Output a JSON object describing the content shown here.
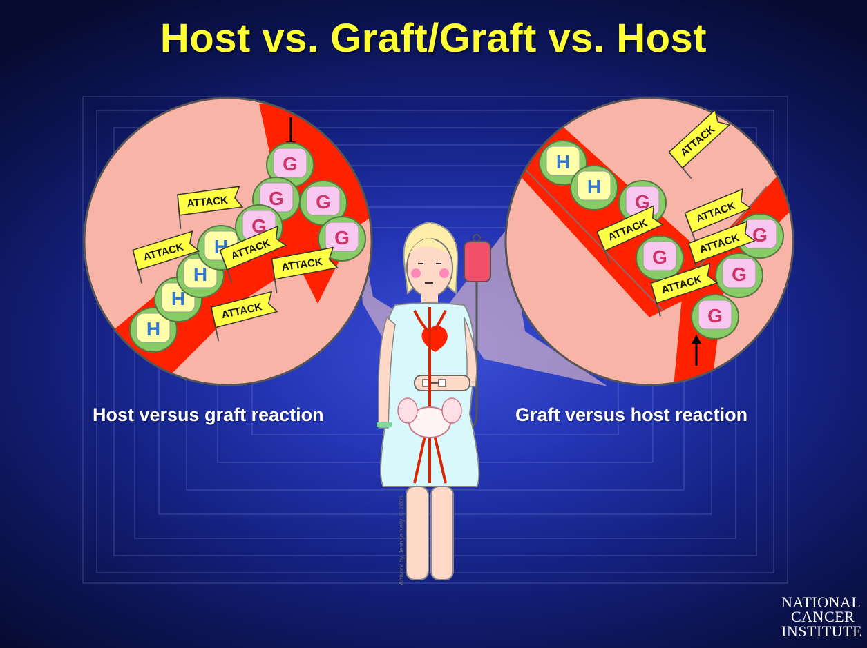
{
  "title": "Host vs. Graft/Graft vs. Host",
  "left_caption": "Host versus graft reaction",
  "right_caption": "Graft versus host reaction",
  "flag_text": "ATTACK",
  "host_letter": "H",
  "graft_letter": "G",
  "credit": "Artwork by Jeanne Kelly, © 2005.",
  "logo": {
    "line1": "NATIONAL",
    "line2": "CANCER",
    "line3": "INSTITUTE"
  },
  "colors": {
    "title": "#ffff33",
    "vessel": "#ff2200",
    "tissue": "#f9b4a8",
    "host_cell": "#ffffaa",
    "graft_cell": "#f8c8f0",
    "cell_shell": "#88cc66",
    "flag": "#ffff44"
  }
}
